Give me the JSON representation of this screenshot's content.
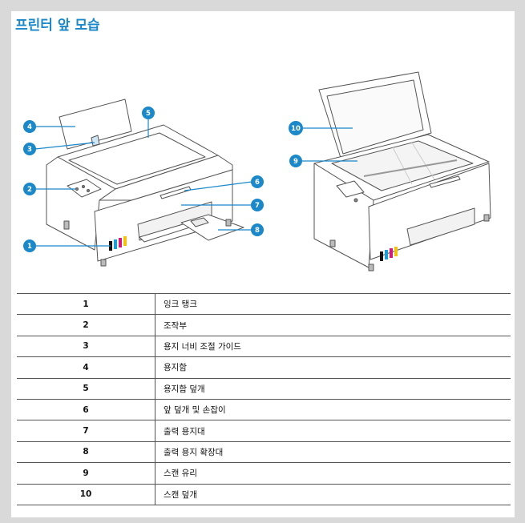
{
  "title": "프린터 앞 모습",
  "colors": {
    "accent": "#1a88c9",
    "ink_black": "#111111",
    "ink_cyan": "#1aa0d8",
    "ink_magenta": "#d6197c",
    "ink_yellow": "#f4c20d"
  },
  "callouts": {
    "left": [
      "1",
      "2",
      "3",
      "4",
      "5",
      "6",
      "7",
      "8"
    ],
    "right": [
      "9",
      "10"
    ]
  },
  "parts": [
    {
      "num": "1",
      "name": "잉크 탱크"
    },
    {
      "num": "2",
      "name": "조작부"
    },
    {
      "num": "3",
      "name": "용지 너비 조절 가이드"
    },
    {
      "num": "4",
      "name": "용지함"
    },
    {
      "num": "5",
      "name": "용지함 덮개"
    },
    {
      "num": "6",
      "name": "앞 덮개 및 손잡이"
    },
    {
      "num": "7",
      "name": "출력 용지대"
    },
    {
      "num": "8",
      "name": "출력 용지 확장대"
    },
    {
      "num": "9",
      "name": "스캔 유리"
    },
    {
      "num": "10",
      "name": "스캔 덮개"
    }
  ]
}
